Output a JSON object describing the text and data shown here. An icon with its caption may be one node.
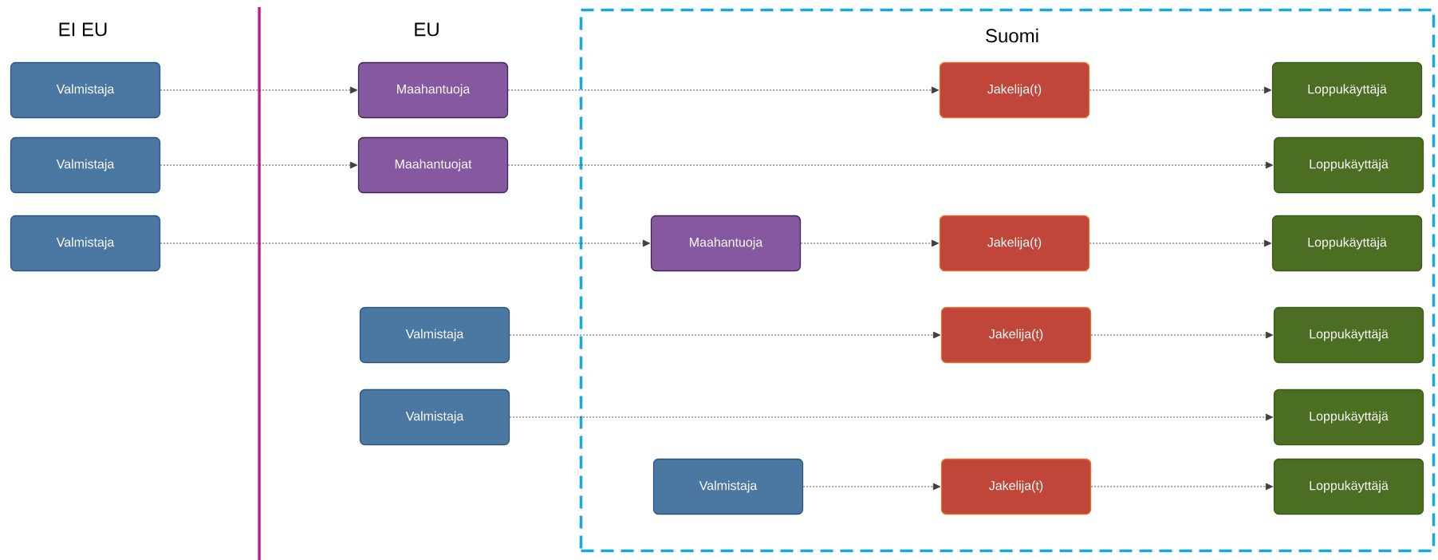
{
  "diagram": {
    "nodes": [
      {
        "text": [
          "Suomi"
        ]
      },
      {
        "text": [
          "Valmistaja"
        ]
      },
      {
        "text": [
          "Maahantuoja"
        ]
      },
      {
        "text": [
          "Jakelija(t)"
        ],
        "in": 0
      },
      {
        "text": [
          "Loppukäyttäjä"
        ],
        "in": 0
      },
      {
        "text": [
          "Valmistaja"
        ]
      },
      {
        "text": [
          "Maahantuojat"
        ]
      },
      {
        "text": [
          "Loppukäyttäjä"
        ],
        "in": 0
      },
      {
        "text": [
          "Valmistaja"
        ]
      },
      {
        "text": [
          "Maahantuoja"
        ],
        "in": 0
      },
      {
        "text": [
          "Jakelija(t)"
        ],
        "in": 0
      },
      {
        "text": [
          "Loppukäyttäjä"
        ],
        "in": 0
      },
      {
        "text": [
          "Valmistaja"
        ]
      },
      {
        "text": [
          "Jakelija(t)"
        ],
        "in": 0
      },
      {
        "text": [
          "Loppukäyttäjä"
        ],
        "in": 0
      },
      {
        "text": [
          "Valmistaja"
        ]
      },
      {
        "text": [
          "Loppukäyttäjä"
        ],
        "in": 0
      },
      {
        "text": [
          "Valmistaja"
        ],
        "in": 0
      },
      {
        "text": [
          "Jakelija(t)"
        ],
        "in": 0
      },
      {
        "text": [
          "Loppukäyttäjä"
        ],
        "in": 0
      }
    ],
    "edges": [
      {
        "from": 1,
        "to": 2,
        "arrow": "to"
      },
      {
        "from": 2,
        "to": 3,
        "arrow": "to"
      },
      {
        "from": 3,
        "to": 4,
        "arrow": "to"
      },
      {
        "from": 5,
        "to": 6,
        "arrow": "to"
      },
      {
        "from": 6,
        "to": 7,
        "arrow": "to"
      },
      {
        "from": 8,
        "to": 9,
        "arrow": "to"
      },
      {
        "from": 9,
        "to": 10,
        "arrow": "to"
      },
      {
        "from": 10,
        "to": 11,
        "arrow": "to"
      },
      {
        "from": 12,
        "to": 13,
        "arrow": "to"
      },
      {
        "from": 13,
        "to": 14,
        "arrow": "to"
      },
      {
        "from": 15,
        "to": 16,
        "arrow": "to"
      },
      {
        "from": 17,
        "to": 18,
        "arrow": "to"
      },
      {
        "from": 18,
        "to": 19,
        "arrow": "to"
      }
    ],
    "labels": [
      "EI EU",
      "EU"
    ]
  }
}
